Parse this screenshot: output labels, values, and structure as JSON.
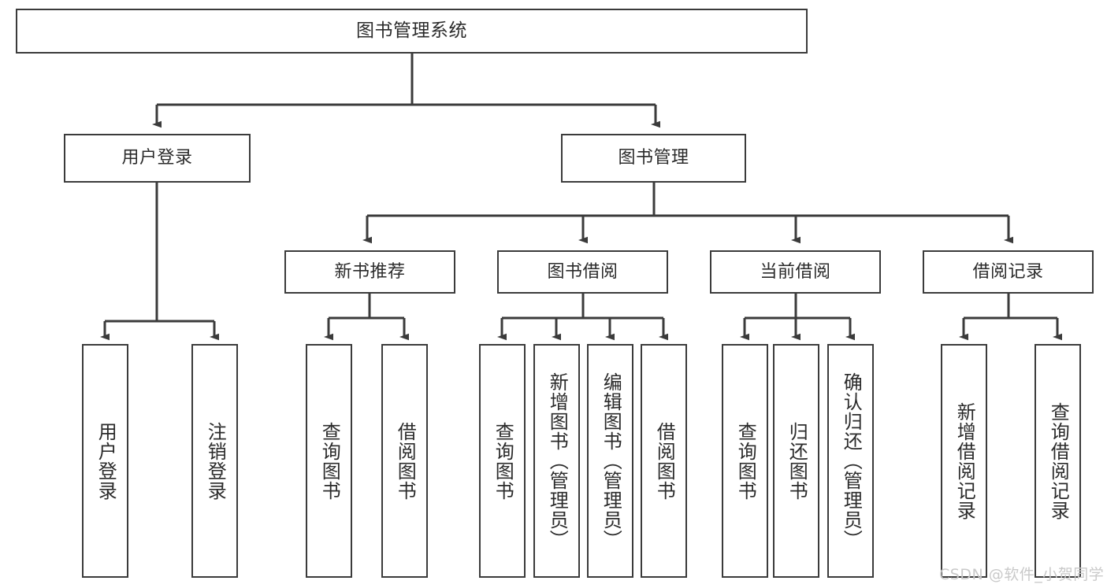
{
  "diagram": {
    "title": "图书管理系统",
    "type": "hierarchy-tree",
    "line_color": "#3b3b3b",
    "box_fill": "#ffffff",
    "text_color": "#2b2b2b"
  },
  "nodes": {
    "root": {
      "label": "图书管理系统"
    },
    "level2": [
      {
        "label": "用户登录"
      },
      {
        "label": "图书管理"
      }
    ],
    "level3": [
      {
        "label": "新书推荐"
      },
      {
        "label": "图书借阅"
      },
      {
        "label": "当前借阅"
      },
      {
        "label": "借阅记录"
      }
    ],
    "leaves": {
      "user_login": [
        {
          "label": "用户登录"
        },
        {
          "label": "注销登录"
        }
      ],
      "new_book_recommend": [
        {
          "label": "查询图书"
        },
        {
          "label": "借阅图书"
        }
      ],
      "book_borrow": [
        {
          "label": "查询图书"
        },
        {
          "label": "新增图书（管理员）"
        },
        {
          "label": "编辑图书（管理员）"
        },
        {
          "label": "借阅图书"
        }
      ],
      "current_borrow": [
        {
          "label": "查询图书"
        },
        {
          "label": "归还图书"
        },
        {
          "label": "确认归还（管理员）"
        }
      ],
      "borrow_record": [
        {
          "label": "新增借阅记录"
        },
        {
          "label": "查询借阅记录"
        }
      ]
    }
  },
  "watermark": {
    "text": "CSDN @软件_小贺同学"
  }
}
